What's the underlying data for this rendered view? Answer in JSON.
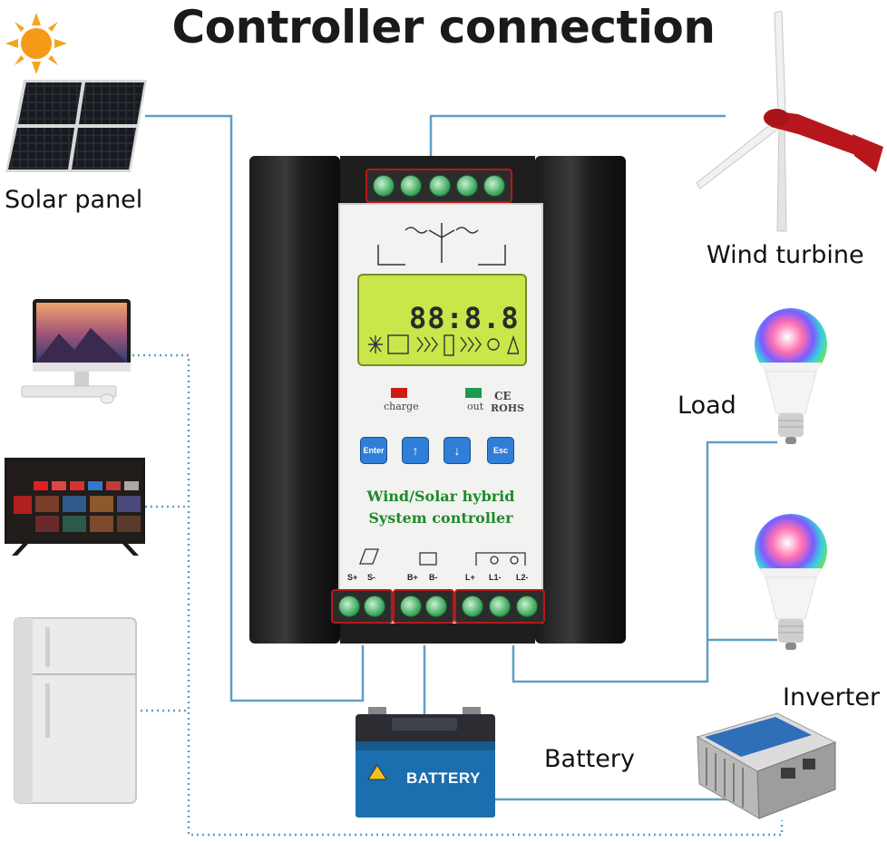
{
  "title": "Controller connection",
  "labels": {
    "solar_panel": "Solar panel",
    "wind_turbine": "Wind turbine",
    "load": "Load",
    "inverter": "Inverter",
    "battery": "Battery"
  },
  "controller": {
    "lcd_digits": "88:8.8",
    "led_charge": "charge",
    "led_out": "out",
    "ce": "CE",
    "rohs": "ROHS",
    "buttons": [
      "Enter",
      "↑",
      "↓",
      "Esc"
    ],
    "line1": "Wind/Solar hybrid",
    "line2": "System controller",
    "term_labels": [
      "S+",
      "S-",
      "B+",
      "B-",
      "L+",
      "L1-",
      "L2-"
    ]
  },
  "battery_text": "BATTERY",
  "colors": {
    "wire": "#5f9fc6",
    "controller_green": "#1e8a2d",
    "lcd": "#c9e64a",
    "button": "#2f7fd8",
    "terminal_border": "#b31b1b"
  }
}
